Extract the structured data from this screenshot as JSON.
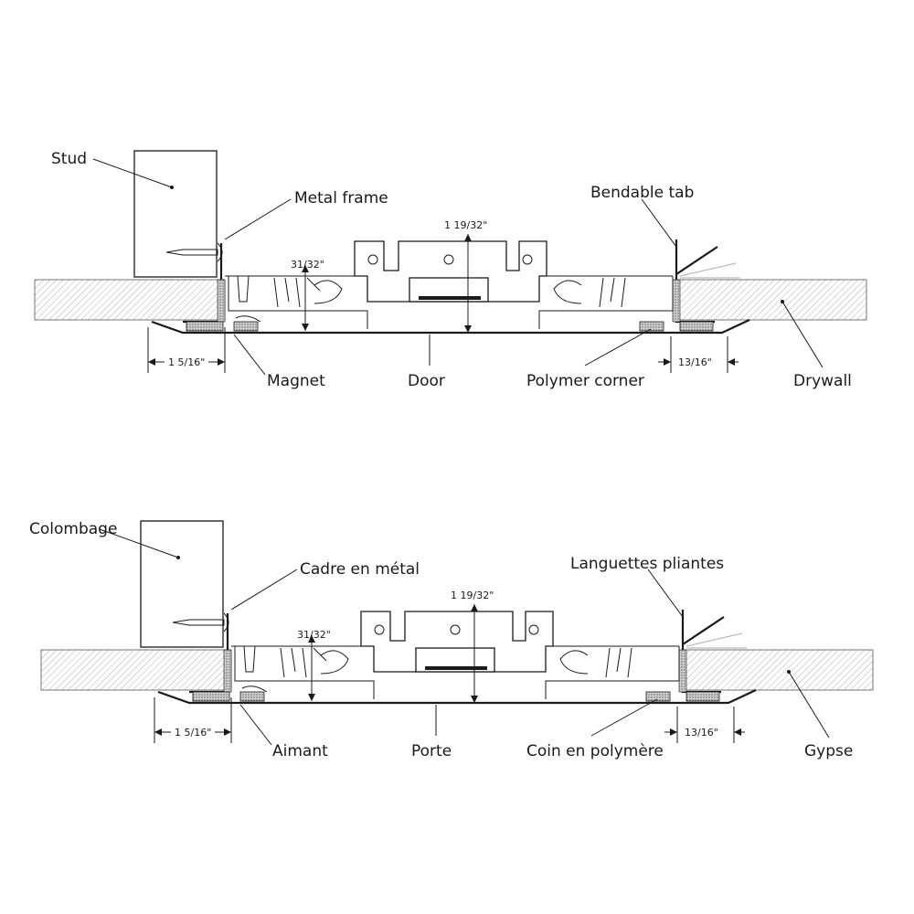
{
  "diagrams": [
    {
      "labels": {
        "stud": "Stud",
        "metal_frame": "Metal frame",
        "bendable_tab": "Bendable tab",
        "magnet": "Magnet",
        "door": "Door",
        "polymer_corner": "Polymer corner",
        "drywall": "Drywall"
      },
      "dimensions": {
        "height_total": "1 19/32\"",
        "height_inner": "31/32\"",
        "left_offset": "1 5/16\"",
        "right_offset": "13/16\""
      }
    },
    {
      "labels": {
        "stud": "Colombage",
        "metal_frame": "Cadre en métal",
        "bendable_tab": "Languettes pliantes",
        "magnet": "Aimant",
        "door": "Porte",
        "polymer_corner": "Coin en polymère",
        "drywall": "Gypse"
      },
      "dimensions": {
        "height_total": "1 19/32\"",
        "height_inner": "31/32\"",
        "left_offset": "1 5/16\"",
        "right_offset": "13/16\""
      }
    }
  ]
}
